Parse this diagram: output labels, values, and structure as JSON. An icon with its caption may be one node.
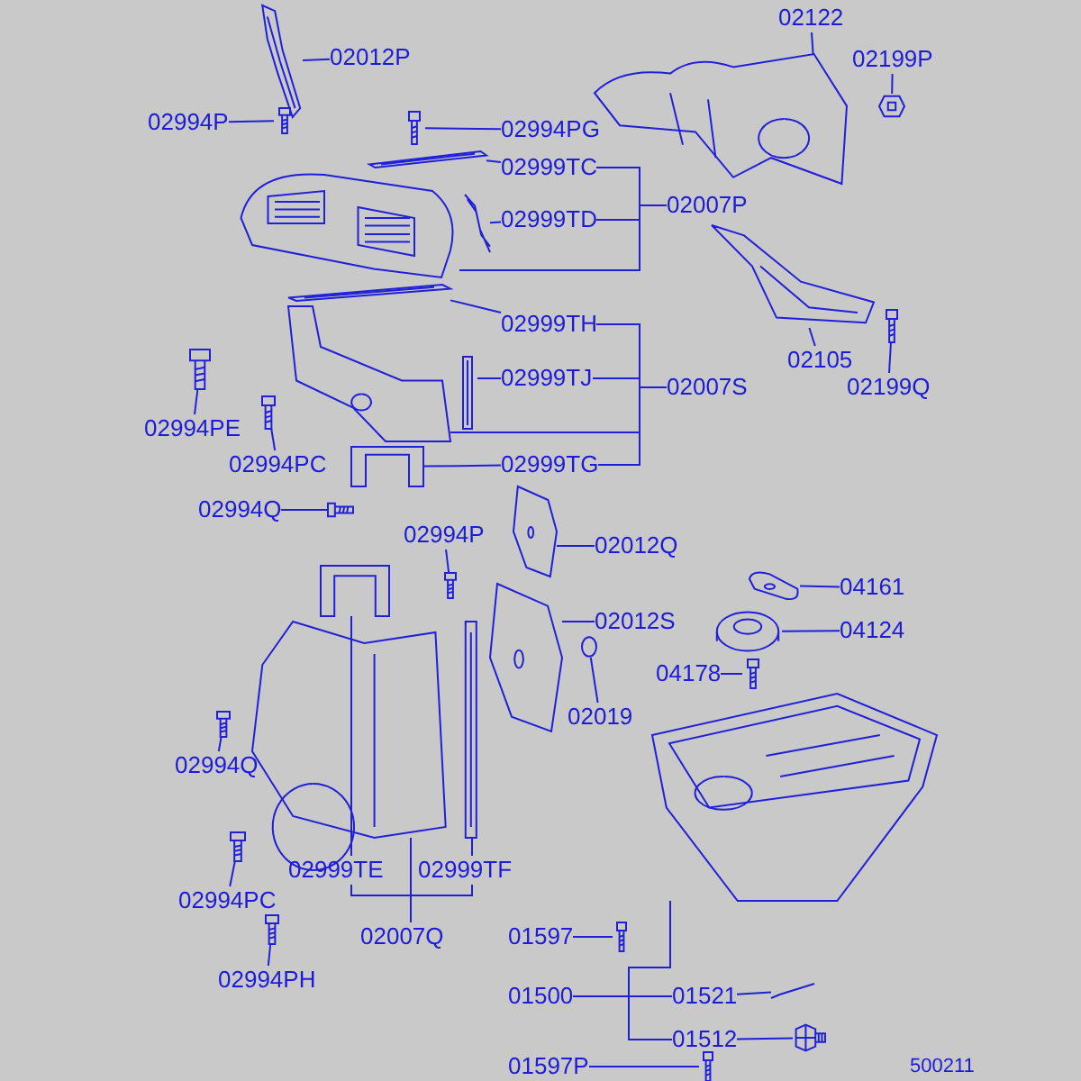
{
  "diagram": {
    "nodes": [
      {
        "text": [
          "02012P"
        ]
      },
      {
        "text": [],
        "shape": "picture"
      },
      {
        "text": [
          "02994P"
        ]
      },
      {
        "text": [],
        "shape": "picture"
      },
      {
        "text": [
          "02994PG"
        ]
      },
      {
        "text": [],
        "shape": "picture"
      },
      {
        "text": [
          "02122"
        ]
      },
      {
        "text": [],
        "shape": "picture"
      },
      {
        "text": [
          "02199P"
        ]
      },
      {
        "text": [],
        "shape": "picture"
      },
      {
        "text": [
          "02999TC"
        ]
      },
      {
        "text": [],
        "shape": "picture"
      },
      {
        "text": [
          "02007P"
        ]
      },
      {
        "text": [],
        "shape": "picture"
      },
      {
        "text": [
          "02999TD"
        ]
      },
      {
        "text": [],
        "shape": "picture"
      },
      {
        "text": [
          "02999TH"
        ]
      },
      {
        "text": [],
        "shape": "picture"
      },
      {
        "text": [
          "02105"
        ]
      },
      {
        "text": [],
        "shape": "picture"
      },
      {
        "text": [
          "02199Q"
        ]
      },
      {
        "text": [],
        "shape": "picture"
      },
      {
        "text": [
          "02999TJ"
        ]
      },
      {
        "text": [],
        "shape": "picture"
      },
      {
        "text": [
          "02007S"
        ]
      },
      {
        "text": [],
        "shape": "picture"
      },
      {
        "text": [
          "02994PE"
        ]
      },
      {
        "text": [],
        "shape": "picture"
      },
      {
        "text": [
          "02994PC"
        ]
      },
      {
        "text": [],
        "shape": "picture"
      },
      {
        "text": [
          "02999TG"
        ]
      },
      {
        "text": [],
        "shape": "picture"
      },
      {
        "text": [
          "02994Q"
        ]
      },
      {
        "text": [],
        "shape": "picture"
      },
      {
        "text": [
          "02994P"
        ]
      },
      {
        "text": [],
        "shape": "picture"
      },
      {
        "text": [
          "02012Q"
        ]
      },
      {
        "text": [],
        "shape": "picture"
      },
      {
        "text": [
          "04161"
        ]
      },
      {
        "text": [],
        "shape": "picture"
      },
      {
        "text": [
          "02012S"
        ]
      },
      {
        "text": [],
        "shape": "picture"
      },
      {
        "text": [
          "04124"
        ]
      },
      {
        "text": [],
        "shape": "picture"
      },
      {
        "text": [
          "04178"
        ]
      },
      {
        "text": [],
        "shape": "picture"
      },
      {
        "text": [
          "02019"
        ]
      },
      {
        "text": [],
        "shape": "picture"
      },
      {
        "text": [
          "02994Q"
        ]
      },
      {
        "text": [],
        "shape": "picture"
      },
      {
        "text": [
          "02999TE"
        ]
      },
      {
        "text": [],
        "shape": "picture"
      },
      {
        "text": [
          "02999TF"
        ]
      },
      {
        "text": [],
        "shape": "picture"
      },
      {
        "text": [
          "02994PC"
        ]
      },
      {
        "text": [],
        "shape": "picture"
      },
      {
        "text": [
          "02007Q"
        ]
      },
      {
        "text": [],
        "shape": "picture"
      },
      {
        "text": [
          "01597"
        ]
      },
      {
        "text": [],
        "shape": "picture"
      },
      {
        "text": [
          "02994PH"
        ]
      },
      {
        "text": [],
        "shape": "picture"
      },
      {
        "text": [
          "01500"
        ]
      },
      {
        "text": [],
        "shape": "picture"
      },
      {
        "text": [
          "01521"
        ]
      },
      {
        "text": [],
        "shape": "picture"
      },
      {
        "text": [
          "01512"
        ]
      },
      {
        "text": [],
        "shape": "picture"
      },
      {
        "text": [
          "01597P"
        ]
      },
      {
        "text": [],
        "shape": "picture"
      }
    ],
    "edges": [
      {
        "from": 0,
        "to": 1,
        "arrow": "none"
      },
      {
        "from": 2,
        "to": 3,
        "arrow": "none"
      },
      {
        "from": 4,
        "to": 5,
        "arrow": "none"
      },
      {
        "from": 6,
        "to": 7,
        "arrow": "none"
      },
      {
        "from": 8,
        "to": 9,
        "arrow": "none"
      },
      {
        "from": 10,
        "to": 11,
        "arrow": "none"
      },
      {
        "from": 12,
        "to": 10,
        "arrow": "none"
      },
      {
        "from": 12,
        "to": 14,
        "arrow": "none"
      },
      {
        "from": 12,
        "to": 13,
        "arrow": "none"
      },
      {
        "from": 14,
        "to": 15,
        "arrow": "none"
      },
      {
        "from": 16,
        "to": 17,
        "arrow": "none"
      },
      {
        "from": 18,
        "to": 19,
        "arrow": "none"
      },
      {
        "from": 20,
        "to": 21,
        "arrow": "none"
      },
      {
        "from": 22,
        "to": 23,
        "arrow": "none"
      },
      {
        "from": 24,
        "to": 16,
        "arrow": "none"
      },
      {
        "from": 24,
        "to": 22,
        "arrow": "none"
      },
      {
        "from": 24,
        "to": 30,
        "arrow": "none"
      },
      {
        "from": 24,
        "to": 25,
        "arrow": "none"
      },
      {
        "from": 26,
        "to": 27,
        "arrow": "none"
      },
      {
        "from": 28,
        "to": 29,
        "arrow": "none"
      },
      {
        "from": 30,
        "to": 31,
        "arrow": "none"
      },
      {
        "from": 32,
        "to": 33,
        "arrow": "none"
      },
      {
        "from": 34,
        "to": 35,
        "arrow": "none"
      },
      {
        "from": 36,
        "to": 37,
        "arrow": "none"
      },
      {
        "from": 38,
        "to": 39,
        "arrow": "none"
      },
      {
        "from": 40,
        "to": 41,
        "arrow": "none"
      },
      {
        "from": 42,
        "to": 43,
        "arrow": "none"
      },
      {
        "from": 44,
        "to": 45,
        "arrow": "none"
      },
      {
        "from": 46,
        "to": 47,
        "arrow": "none"
      },
      {
        "from": 48,
        "to": 49,
        "arrow": "none"
      },
      {
        "from": 50,
        "to": 51,
        "arrow": "none"
      },
      {
        "from": 52,
        "to": 53,
        "arrow": "none"
      },
      {
        "from": 54,
        "to": 55,
        "arrow": "none"
      },
      {
        "from": 56,
        "to": 50,
        "arrow": "none"
      },
      {
        "from": 56,
        "to": 52,
        "arrow": "none"
      },
      {
        "from": 56,
        "to": 57,
        "arrow": "none"
      },
      {
        "from": 58,
        "to": 59,
        "arrow": "none"
      },
      {
        "from": 60,
        "to": 61,
        "arrow": "none"
      },
      {
        "from": 62,
        "to": 63,
        "arrow": "none"
      },
      {
        "from": 62,
        "to": 64,
        "arrow": "none"
      },
      {
        "from": 62,
        "to": 66,
        "arrow": "none"
      },
      {
        "from": 64,
        "to": 65,
        "arrow": "none"
      },
      {
        "from": 66,
        "to": 67,
        "arrow": "none"
      },
      {
        "from": 68,
        "to": 69,
        "arrow": "none"
      }
    ],
    "labels": [
      "500211"
    ]
  }
}
